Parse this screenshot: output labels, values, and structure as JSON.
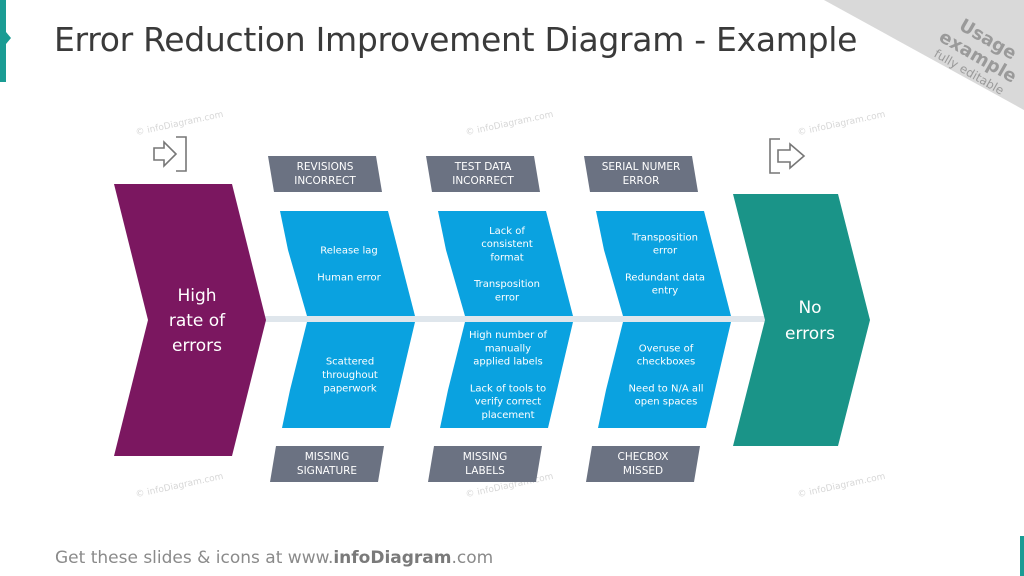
{
  "title": "Error Reduction Improvement Diagram - Example",
  "corner": {
    "line1": "Usage",
    "line2": "example",
    "line3": "fully editable"
  },
  "watermark": "© infoDiagram.com",
  "footer": {
    "prefix": "Get these slides  & icons  at www.",
    "brand": "infoDiagram",
    "suffix": ".com"
  },
  "start": {
    "lines": [
      "High",
      "rate of",
      "errors"
    ],
    "color": "#7b1760"
  },
  "end": {
    "lines": [
      "No",
      "errors"
    ],
    "color": "#1a9488"
  },
  "colors": {
    "box": "#0aa2e0",
    "tag": "#6b7282",
    "spine": "#dfe6ec"
  },
  "icons": {
    "start_icon": "enter-arrow-icon",
    "end_icon": "exit-arrow-icon"
  },
  "columns": [
    {
      "top_label": [
        "REVISIONS",
        "INCORRECT"
      ],
      "top_box": [
        "Release lag",
        "",
        "Human error"
      ],
      "bottom_box": [
        "Scattered",
        "throughout",
        "paperwork"
      ],
      "bottom_label": [
        "MISSING",
        "SIGNATURE"
      ]
    },
    {
      "top_label": [
        "TEST DATA",
        "INCORRECT"
      ],
      "top_box": [
        "Lack of",
        "consistent",
        "format",
        "",
        "Transposition",
        "error"
      ],
      "bottom_box": [
        "High number of",
        "manually",
        "applied labels",
        "",
        "Lack of tools to",
        "verify correct",
        "placement"
      ],
      "bottom_label": [
        "MISSING",
        "LABELS"
      ]
    },
    {
      "top_label": [
        "SERIAL NUMER",
        "ERROR"
      ],
      "top_box": [
        "Transposition",
        "error",
        "",
        "Redundant data",
        "entry"
      ],
      "bottom_box": [
        "Overuse of",
        "checkboxes",
        "",
        "Need to N/A  all",
        "open spaces"
      ],
      "bottom_label": [
        "CHECBOX",
        "MISSED"
      ]
    }
  ]
}
